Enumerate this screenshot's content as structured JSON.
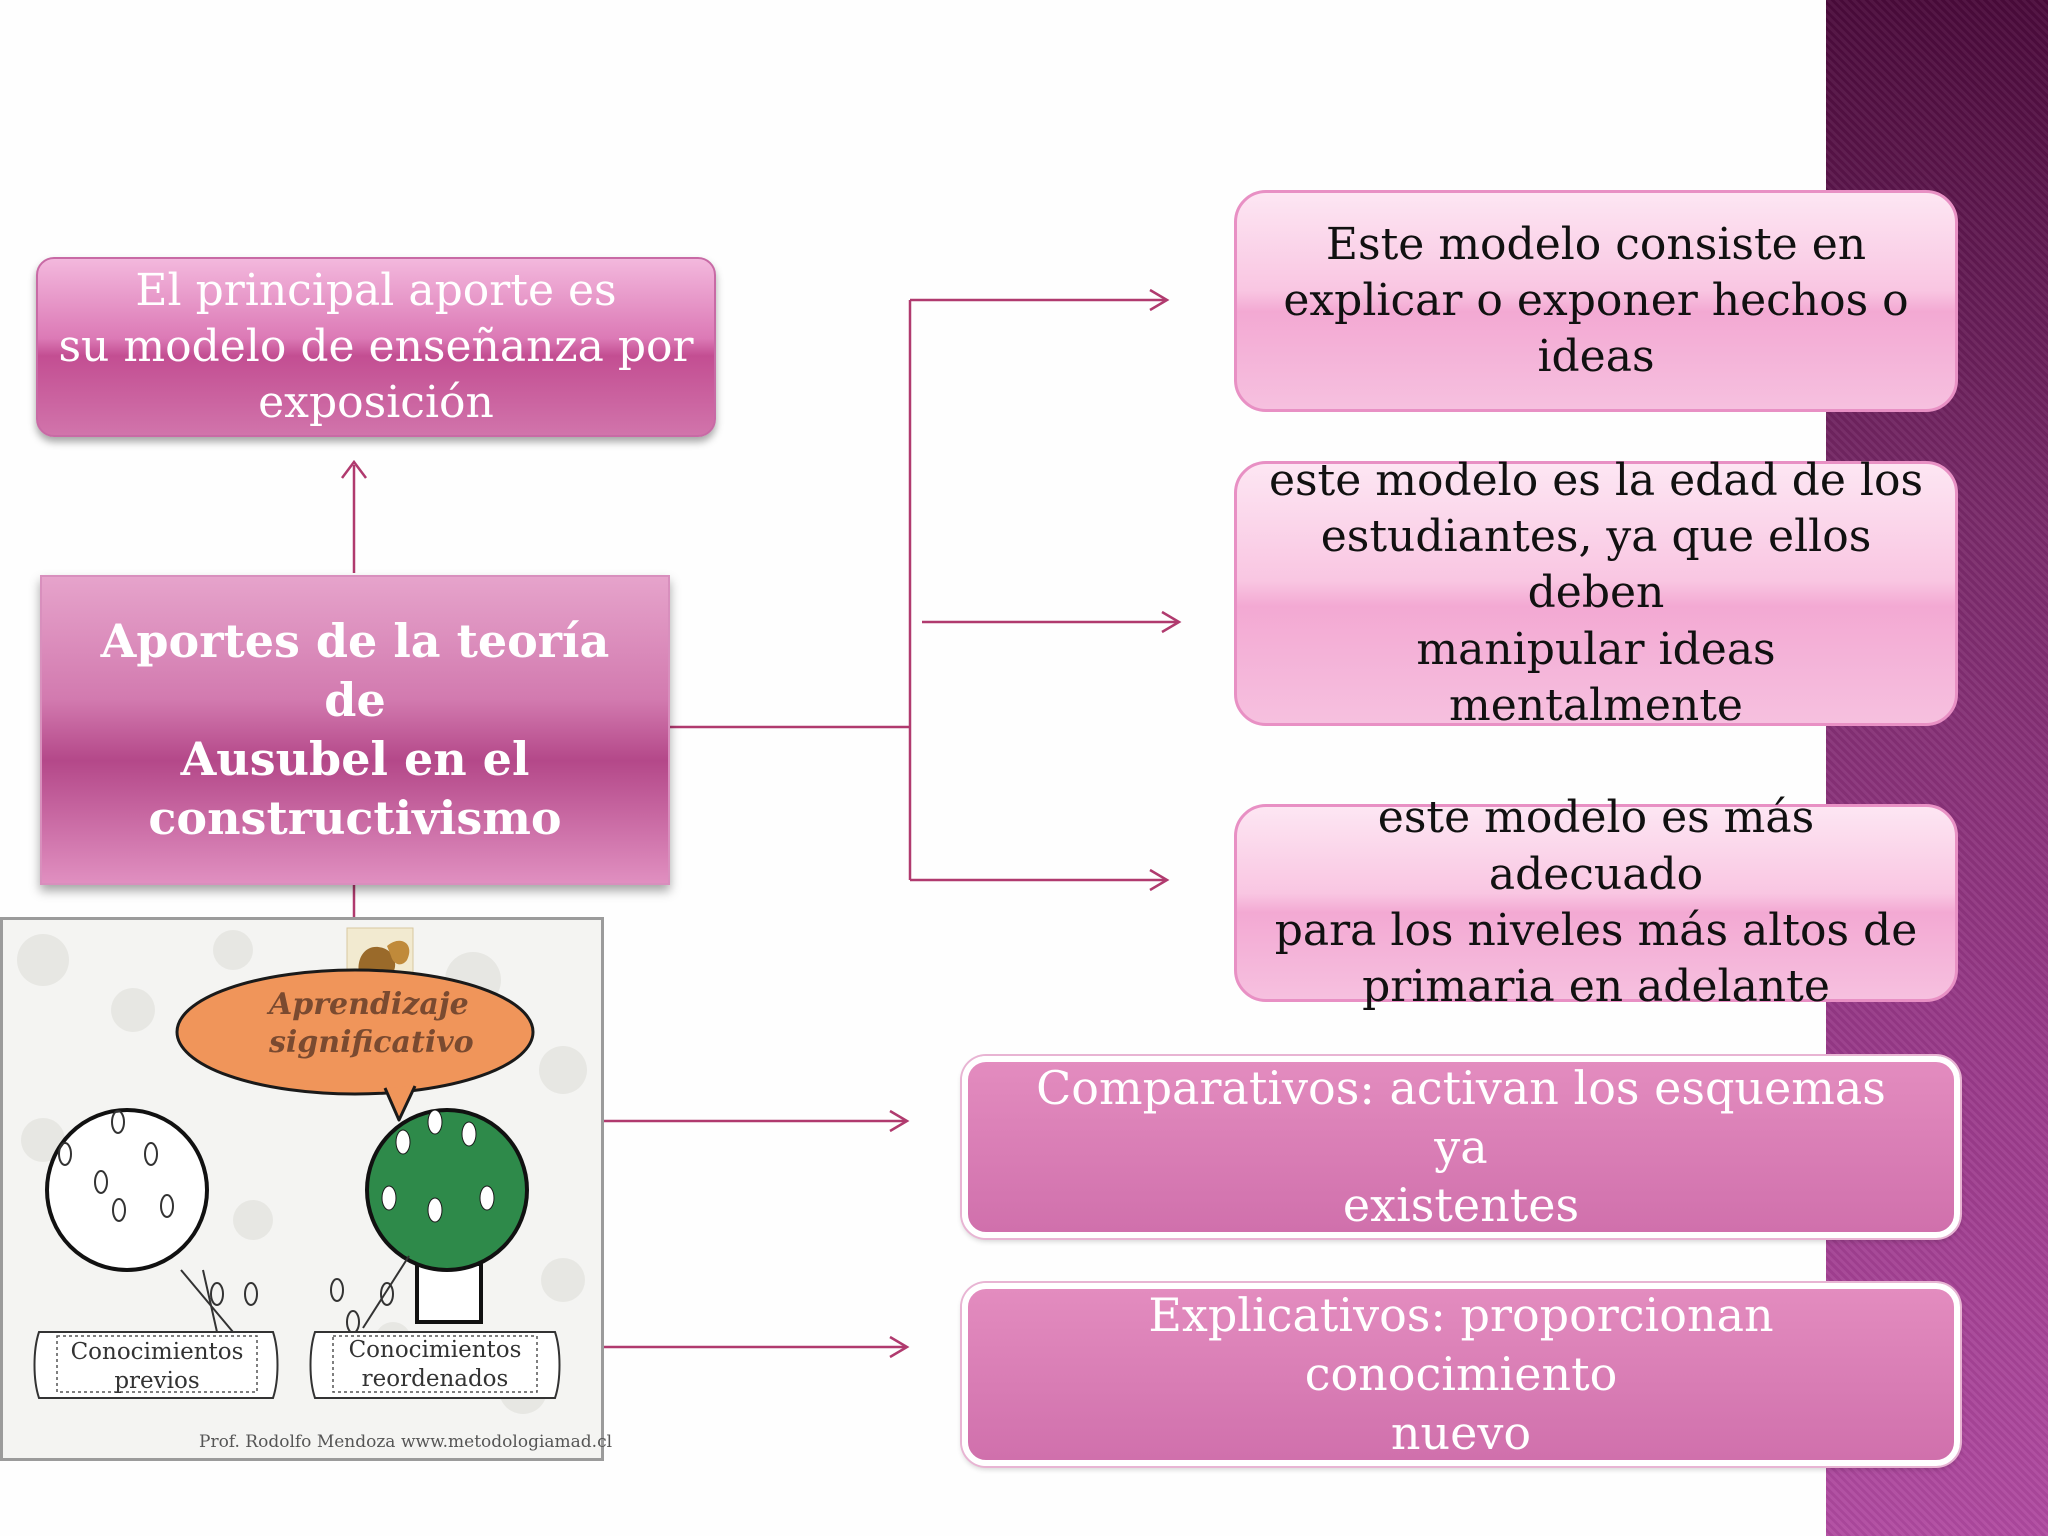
{
  "diagram": {
    "top_box": [
      "El principal aporte es",
      "su modelo  de enseñanza por",
      "exposición"
    ],
    "main_box": [
      "Aportes de la teoría de",
      "Ausubel en el",
      "constructivismo"
    ],
    "right_boxes": [
      [
        "Este modelo consiste en",
        "explicar o exponer hechos o",
        "ideas"
      ],
      [
        "este modelo es la edad de los",
        "estudiantes, ya que ellos deben",
        "manipular ideas mentalmente"
      ],
      [
        "este modelo es más adecuado",
        "para los niveles más altos de",
        "primaria en adelante"
      ]
    ],
    "bottom_boxes": [
      [
        "Comparativos: activan los esquemas ya",
        "existentes"
      ],
      [
        "Explicativos: proporcionan conocimiento",
        "nuevo"
      ]
    ]
  },
  "illustration": {
    "bubble": [
      "Aprendizaje",
      "significativo"
    ],
    "left_label": [
      "Conocimientos",
      "previos"
    ],
    "right_label": [
      "Conocimientos",
      "reordenados"
    ],
    "author": "Prof. Rodolfo Mendoza",
    "website": "www.metodologiamad.cl"
  },
  "colors": {
    "connector": "#b03a6e",
    "accent_magenta": "#d070ac",
    "sidebar": "#7a2a6a",
    "tree_green": "#2e8a4a",
    "bubble_orange": "#f0955a"
  }
}
